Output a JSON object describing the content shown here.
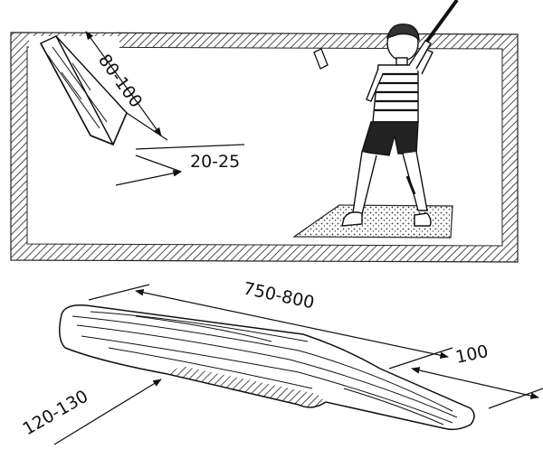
{
  "labels": {
    "chip_length": "80-100",
    "chip_width": "20-25",
    "bat_length": "750-800",
    "handle_length": "100",
    "bat_width": "120-130"
  }
}
